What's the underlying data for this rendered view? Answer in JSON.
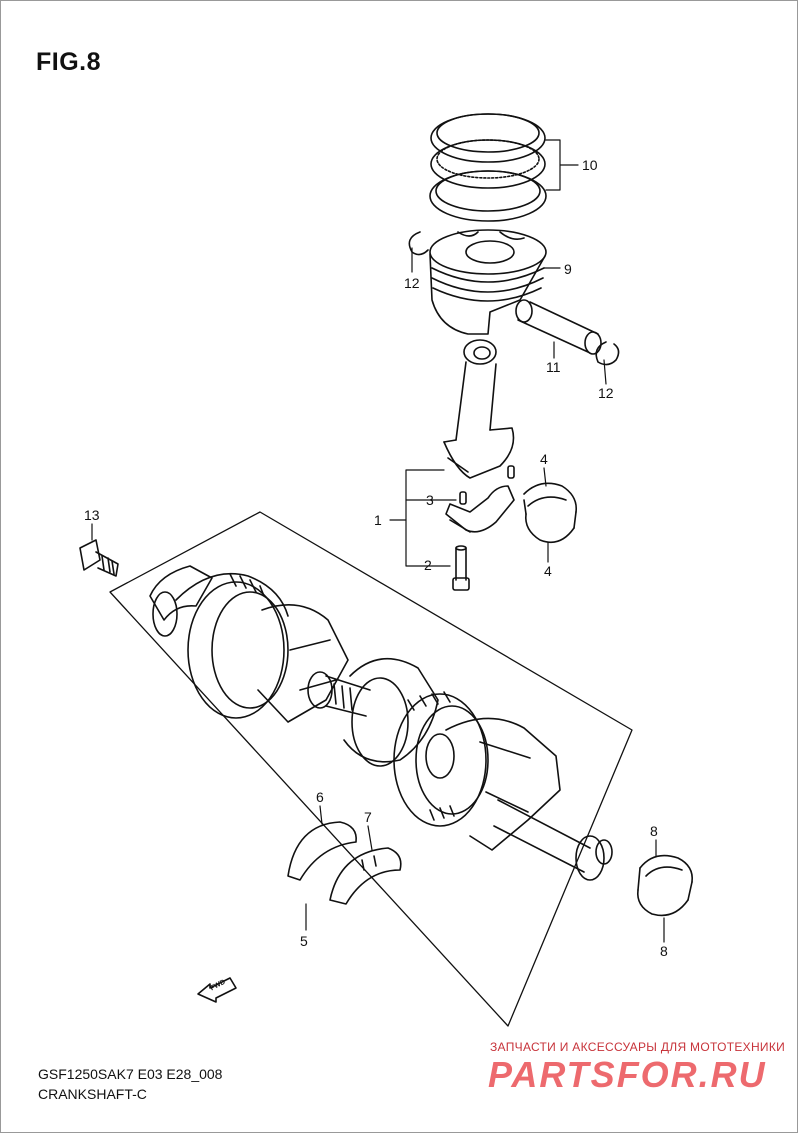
{
  "figure": {
    "title": "FIG.8"
  },
  "callouts": {
    "c1": "1",
    "c2": "2",
    "c3": "3",
    "c4a": "4",
    "c4b": "4",
    "c5": "5",
    "c6": "6",
    "c7": "7",
    "c8a": "8",
    "c8b": "8",
    "c9": "9",
    "c10": "10",
    "c11": "11",
    "c12a": "12",
    "c12b": "12",
    "c13": "13"
  },
  "fwd_label": "FWD",
  "footer": {
    "model_code": "GSF1250SAK7 E03 E28_008",
    "section": "CRANKSHAFT-C"
  },
  "watermark": {
    "tagline": "ЗАПЧАСТИ И АКСЕССУАРЫ ДЛЯ МОТОТЕХНИКИ",
    "brand": "PARTSFOR.RU"
  },
  "colors": {
    "line": "#111111",
    "watermark": "#ea5155"
  }
}
